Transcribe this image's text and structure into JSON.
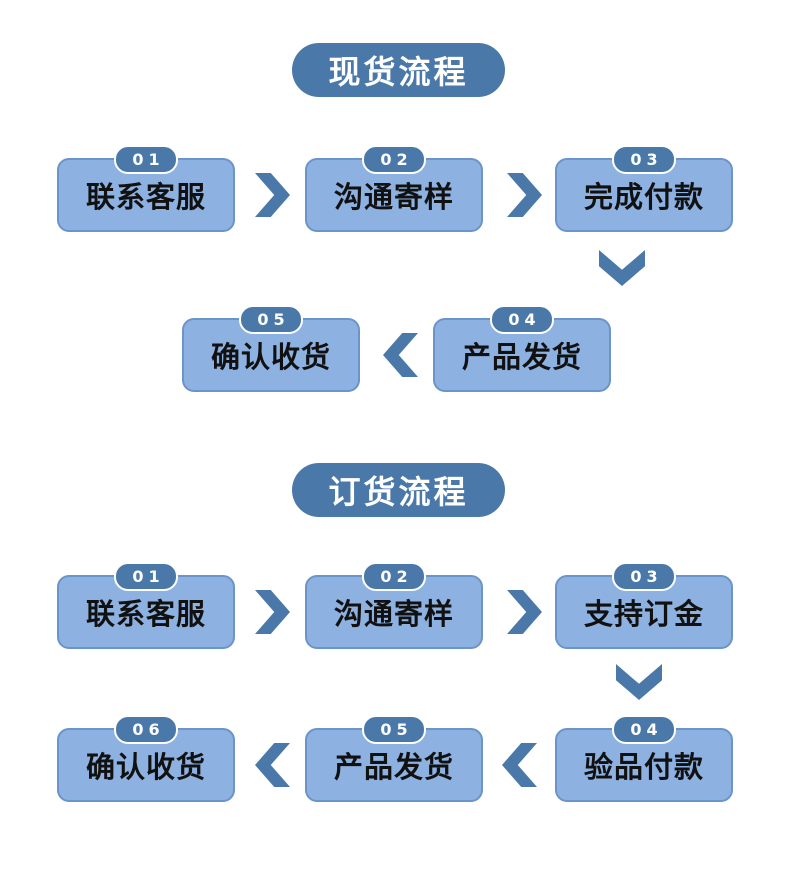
{
  "colors": {
    "steel_blue": "#4a78a8",
    "box_fill": "#8db1e0",
    "box_border": "#6b94c9",
    "box_text": "#111111",
    "badge_text": "#ffffff",
    "background": "#ffffff"
  },
  "flows": [
    {
      "title": "现货流程",
      "steps": [
        {
          "num": "01",
          "label": "联系客服"
        },
        {
          "num": "02",
          "label": "沟通寄样"
        },
        {
          "num": "03",
          "label": "完成付款"
        },
        {
          "num": "04",
          "label": "产品发货"
        },
        {
          "num": "05",
          "label": "确认收货"
        }
      ]
    },
    {
      "title": "订货流程",
      "steps": [
        {
          "num": "01",
          "label": "联系客服"
        },
        {
          "num": "02",
          "label": "沟通寄样"
        },
        {
          "num": "03",
          "label": "支持订金"
        },
        {
          "num": "04",
          "label": "验品付款"
        },
        {
          "num": "05",
          "label": "产品发货"
        },
        {
          "num": "06",
          "label": "确认收货"
        }
      ]
    }
  ]
}
